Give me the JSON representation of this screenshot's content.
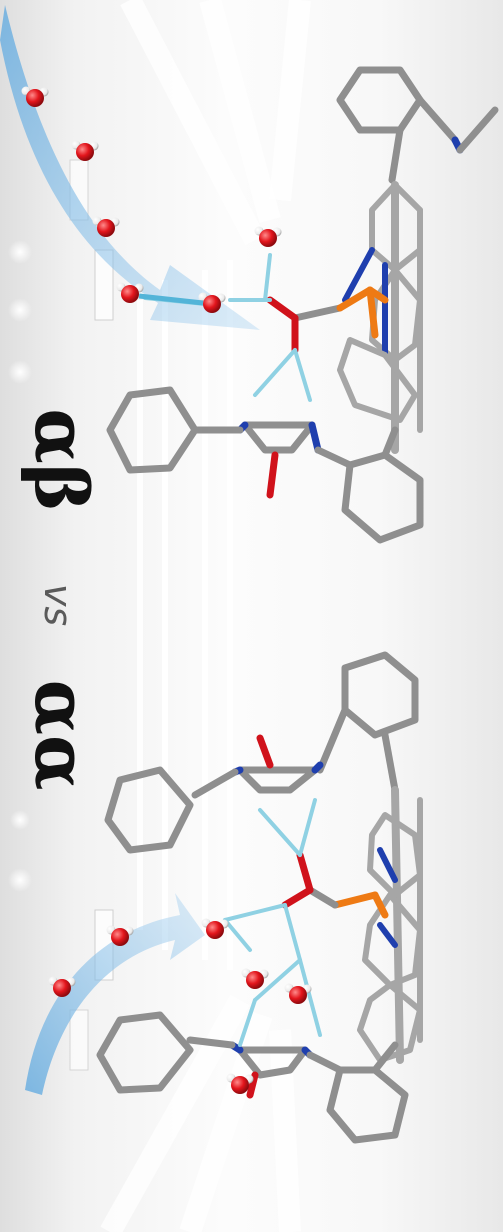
{
  "labels": {
    "alpha_beta": "αβ",
    "versus": "vs",
    "alpha_alpha": "αα"
  },
  "colors": {
    "bond_gray": "#8f8f8f",
    "bond_gray_light": "#b5b5b5",
    "nitrogen_blue": "#1f3fae",
    "oxygen_red": "#d0121b",
    "phosphorus_orange": "#ee7a14",
    "hydrogen_bond_cyan": "#8fd1e3",
    "water_oxygen": "#e3151c",
    "water_hydrogen": "#ffffff",
    "arrow_blue": "#7fb6df"
  },
  "icons": {
    "water_molecule": "water-molecule-icon",
    "flow_arrow": "blue-flow-arrow-icon"
  }
}
